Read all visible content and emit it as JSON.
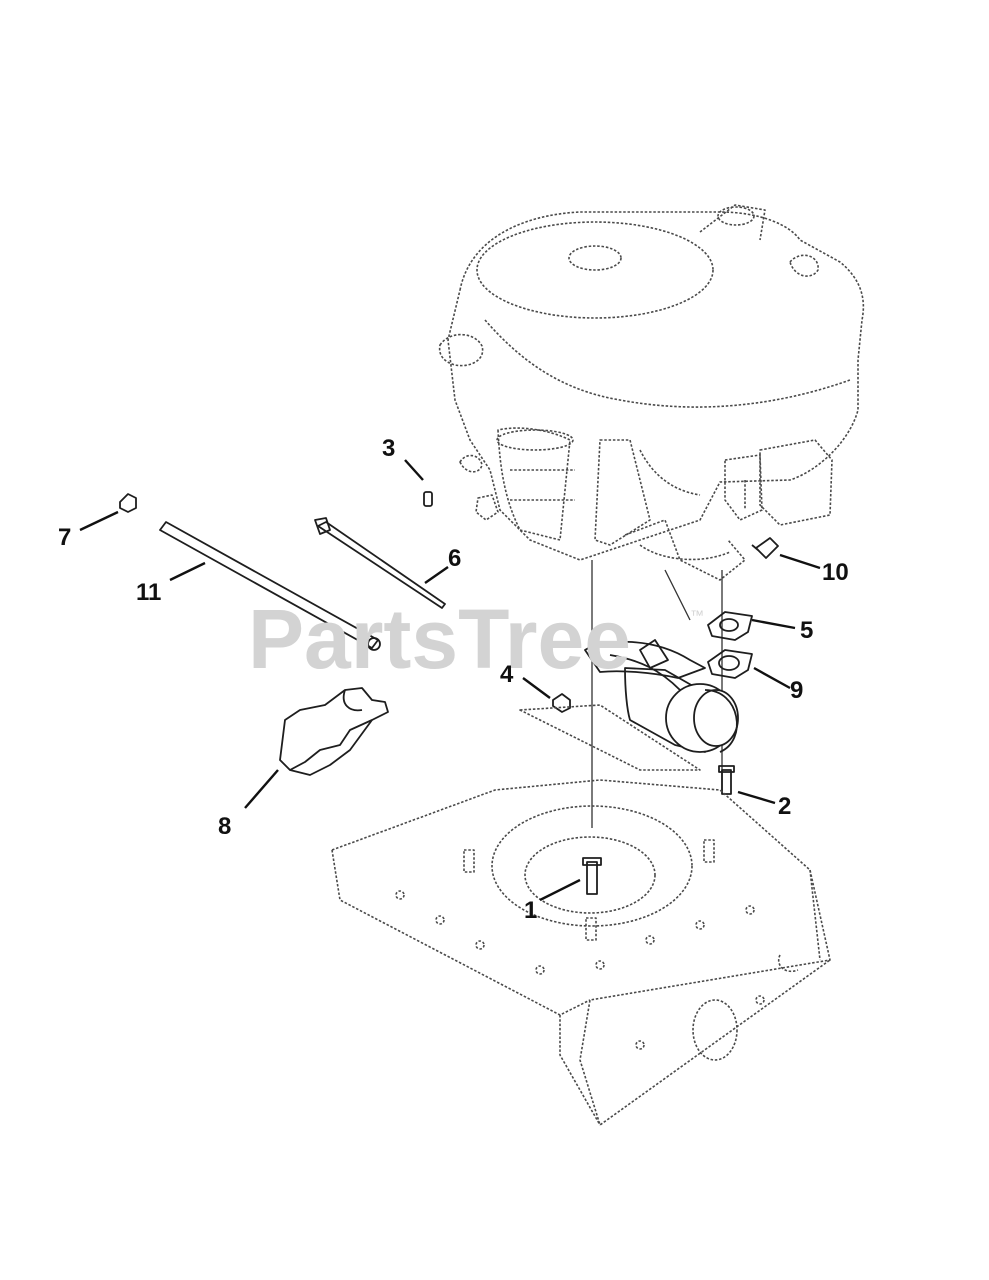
{
  "watermark": {
    "text": "PartsTree",
    "mark": "™"
  },
  "callouts": [
    {
      "id": "1",
      "label": "1"
    },
    {
      "id": "2",
      "label": "2"
    },
    {
      "id": "3",
      "label": "3"
    },
    {
      "id": "4",
      "label": "4"
    },
    {
      "id": "5",
      "label": "5"
    },
    {
      "id": "6",
      "label": "6"
    },
    {
      "id": "7",
      "label": "7"
    },
    {
      "id": "8",
      "label": "8"
    },
    {
      "id": "9",
      "label": "9"
    },
    {
      "id": "10",
      "label": "10"
    },
    {
      "id": "11",
      "label": "11"
    }
  ]
}
